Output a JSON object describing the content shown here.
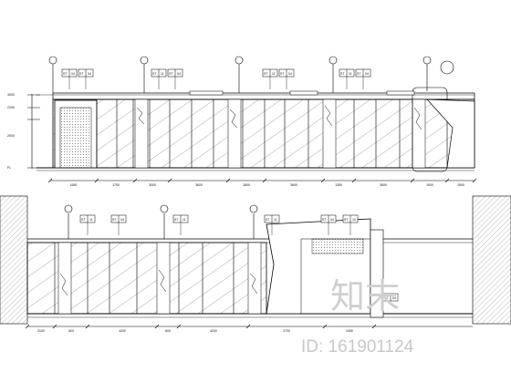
{
  "elevation_top": {
    "level_marks": [
      "3000",
      "2200",
      "2000",
      "FL"
    ],
    "dimensions": [
      "1650",
      "1750",
      "3000",
      "3600",
      "1800",
      "3600",
      "1350",
      "3600",
      "1000",
      "1500"
    ],
    "tags": [
      {
        "a": "ST",
        "b": "04"
      },
      {
        "a": "ST",
        "b": "04"
      },
      {
        "a": "ST",
        "b": "11"
      },
      {
        "a": "ST",
        "b": "04"
      },
      {
        "a": "ST",
        "b": "11"
      },
      {
        "a": "ST",
        "b": "04"
      },
      {
        "a": "ST",
        "b": "11"
      },
      {
        "a": "ST",
        "b": "04"
      }
    ]
  },
  "elevation_bottom": {
    "dimensions": [
      "2100",
      "600",
      "4200",
      "600",
      "4200",
      "2700",
      "3450"
    ],
    "tags": [
      {
        "a": "ST",
        "b": "11"
      },
      {
        "a": "ST",
        "b": "04"
      },
      {
        "a": "ST",
        "b": "11"
      },
      {
        "a": "ST",
        "b": "11"
      },
      {
        "a": "ST",
        "b": "04"
      },
      {
        "a": "ST",
        "b": "10"
      }
    ],
    "side_tag": {
      "a": "ST",
      "b": "04"
    }
  },
  "watermark": {
    "brand": "知末",
    "id_text": "ID: 161901124"
  }
}
